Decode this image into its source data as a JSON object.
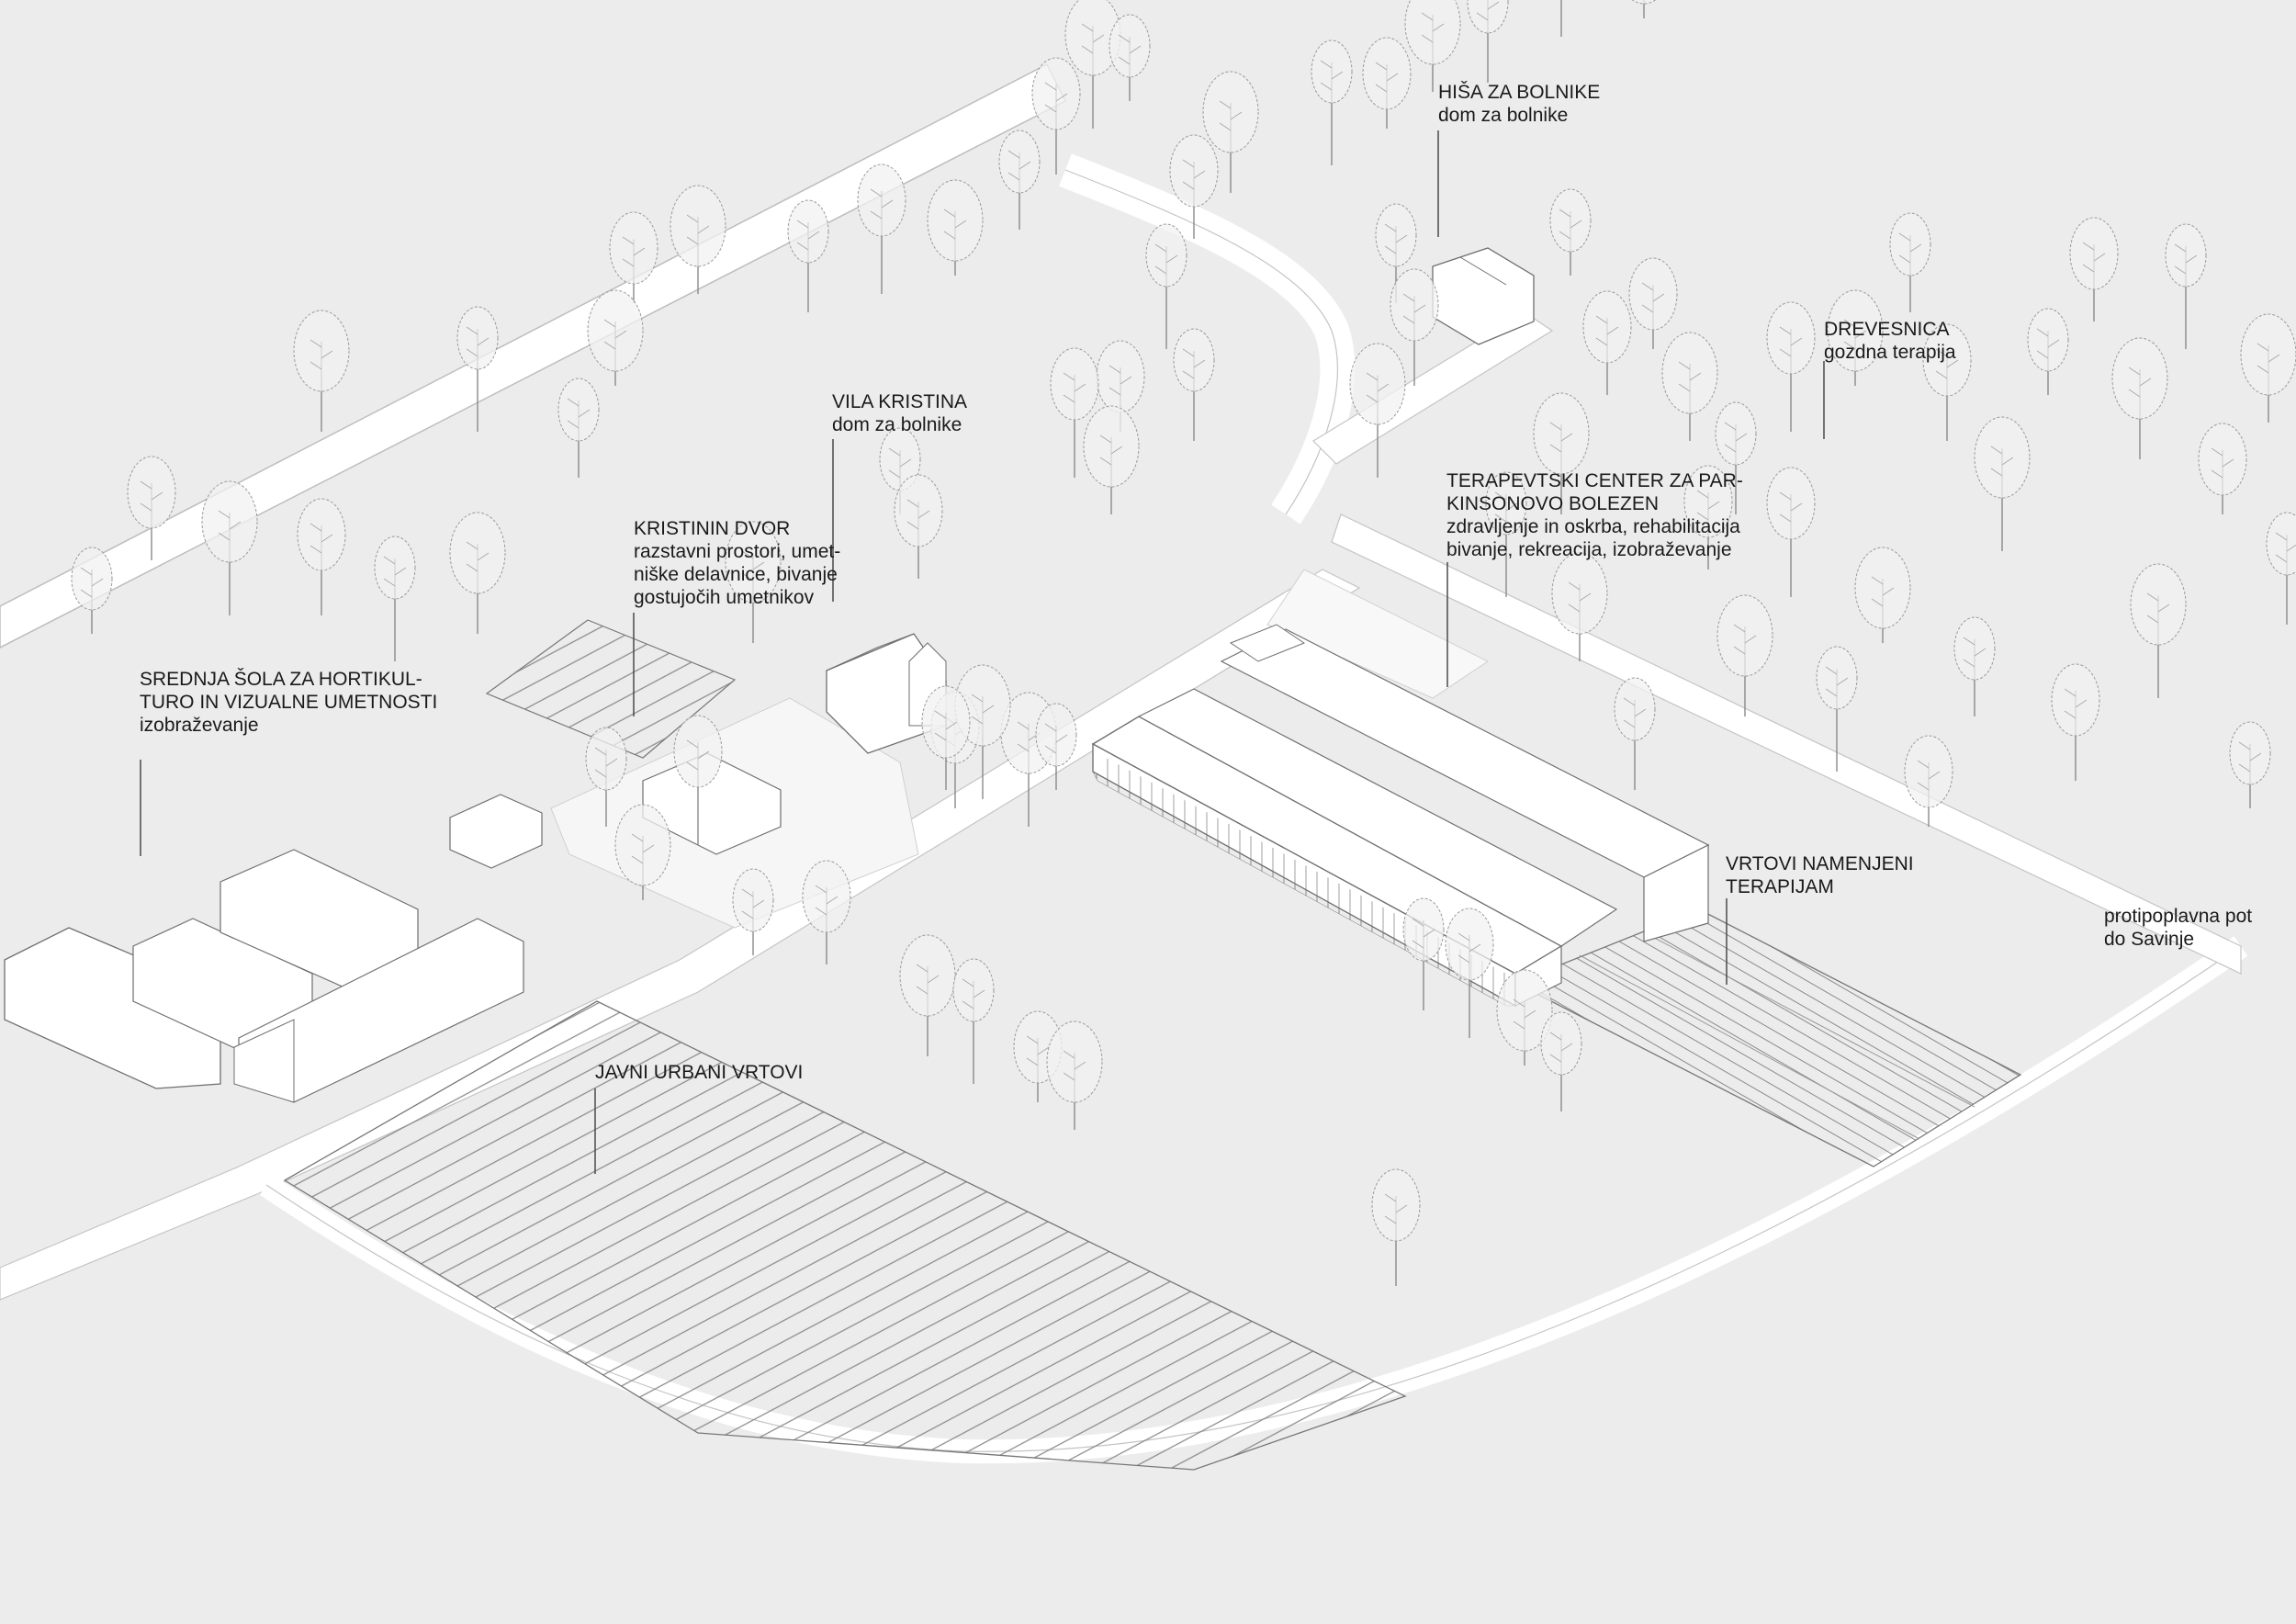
{
  "labels": {
    "hisa": {
      "title": [
        "HIŠA ZA BOLNIKE"
      ],
      "sub": [
        "dom za bolnike"
      ]
    },
    "drevesnica": {
      "title": [
        "DREVESNICA"
      ],
      "sub": [
        "gozdna terapija"
      ]
    },
    "vila": {
      "title": [
        "VILA KRISTINA"
      ],
      "sub": [
        "dom za bolnike"
      ]
    },
    "terapevtski": {
      "title": [
        "TERAPEVTSKI CENTER ZA PAR-",
        "KINSONOVO BOLEZEN"
      ],
      "sub": [
        "zdravljenje in oskrba, rehabilitacija",
        "bivanje, rekreacija, izobraževanje"
      ]
    },
    "kristinin": {
      "title": [
        "KRISTININ DVOR"
      ],
      "sub": [
        "razstavni prostori, umet-",
        "niške delavnice, bivanje",
        "gostujočih umetnikov"
      ]
    },
    "srednja": {
      "title": [
        "SREDNJA ŠOLA ZA HORTIKUL-",
        "TURO IN VIZUALNE UMETNOSTI"
      ],
      "sub": [
        "izobraževanje"
      ]
    },
    "vrtovi_namenjeni": {
      "title": [
        "VRTOVI NAMENJENI",
        "TERAPIJAM"
      ],
      "sub": []
    },
    "protipoplavna": {
      "title": [],
      "sub": [
        "protipoplavna pot",
        "do Savinje"
      ]
    },
    "javni": {
      "title": [
        "JAVNI URBANI VRTOVI"
      ],
      "sub": []
    }
  },
  "colors": {
    "background": "#ececec",
    "road": "#ffffff",
    "building": "#ffffff",
    "line": "#6f6f6f",
    "leader": "#4a4a4a",
    "tree": "#9a9a9a"
  }
}
